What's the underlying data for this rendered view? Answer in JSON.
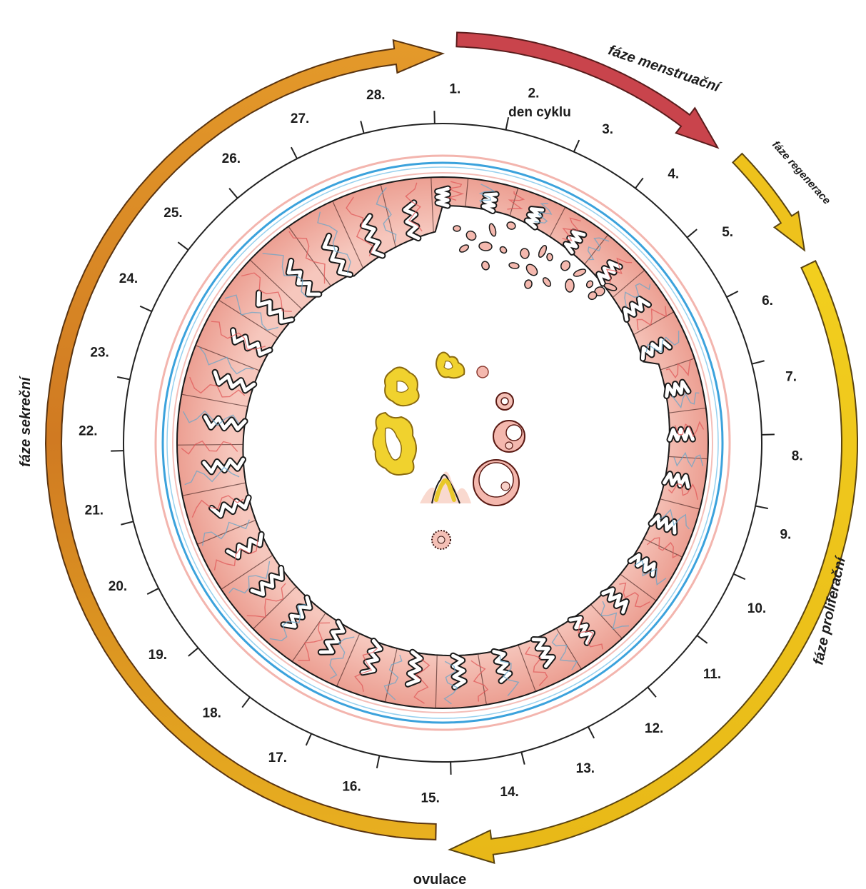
{
  "colors": {
    "menstrual": "#c9444c",
    "regeneration": "#e8b818",
    "proliferative": "#e8b818",
    "secretory_start": "#e0a020",
    "secretory_end": "#c8741c",
    "endometrium": "#f1b4a8",
    "vessel_red": "#e85a5a",
    "vessel_blue": "#3aa0d8",
    "follicle": "#e8c82a"
  },
  "labels": {
    "den_cyklu": "den cyklu",
    "ovulace": "ovulace",
    "faze_menstruacni": "fáze menstruační",
    "faze_regenerace": "fáze regenerace",
    "faze_proliferacni": "fáze proliferační",
    "faze_sekrecni": "fáze sekreční"
  },
  "days": [
    "1.",
    "2.",
    "3.",
    "4.",
    "5.",
    "6.",
    "7.",
    "8.",
    "9.",
    "10.",
    "11.",
    "12.",
    "13.",
    "14.",
    "15.",
    "16.",
    "17.",
    "18.",
    "19.",
    "20.",
    "21.",
    "22.",
    "23.",
    "24.",
    "25.",
    "26.",
    "27.",
    "28."
  ],
  "icons": {
    "menstrual_arrow": "arrow-menstrual-phase",
    "regeneration_arrow": "arrow-regeneration-phase",
    "proliferative_arrow": "arrow-proliferative-phase",
    "secretory_arrow": "arrow-secretory-phase"
  }
}
